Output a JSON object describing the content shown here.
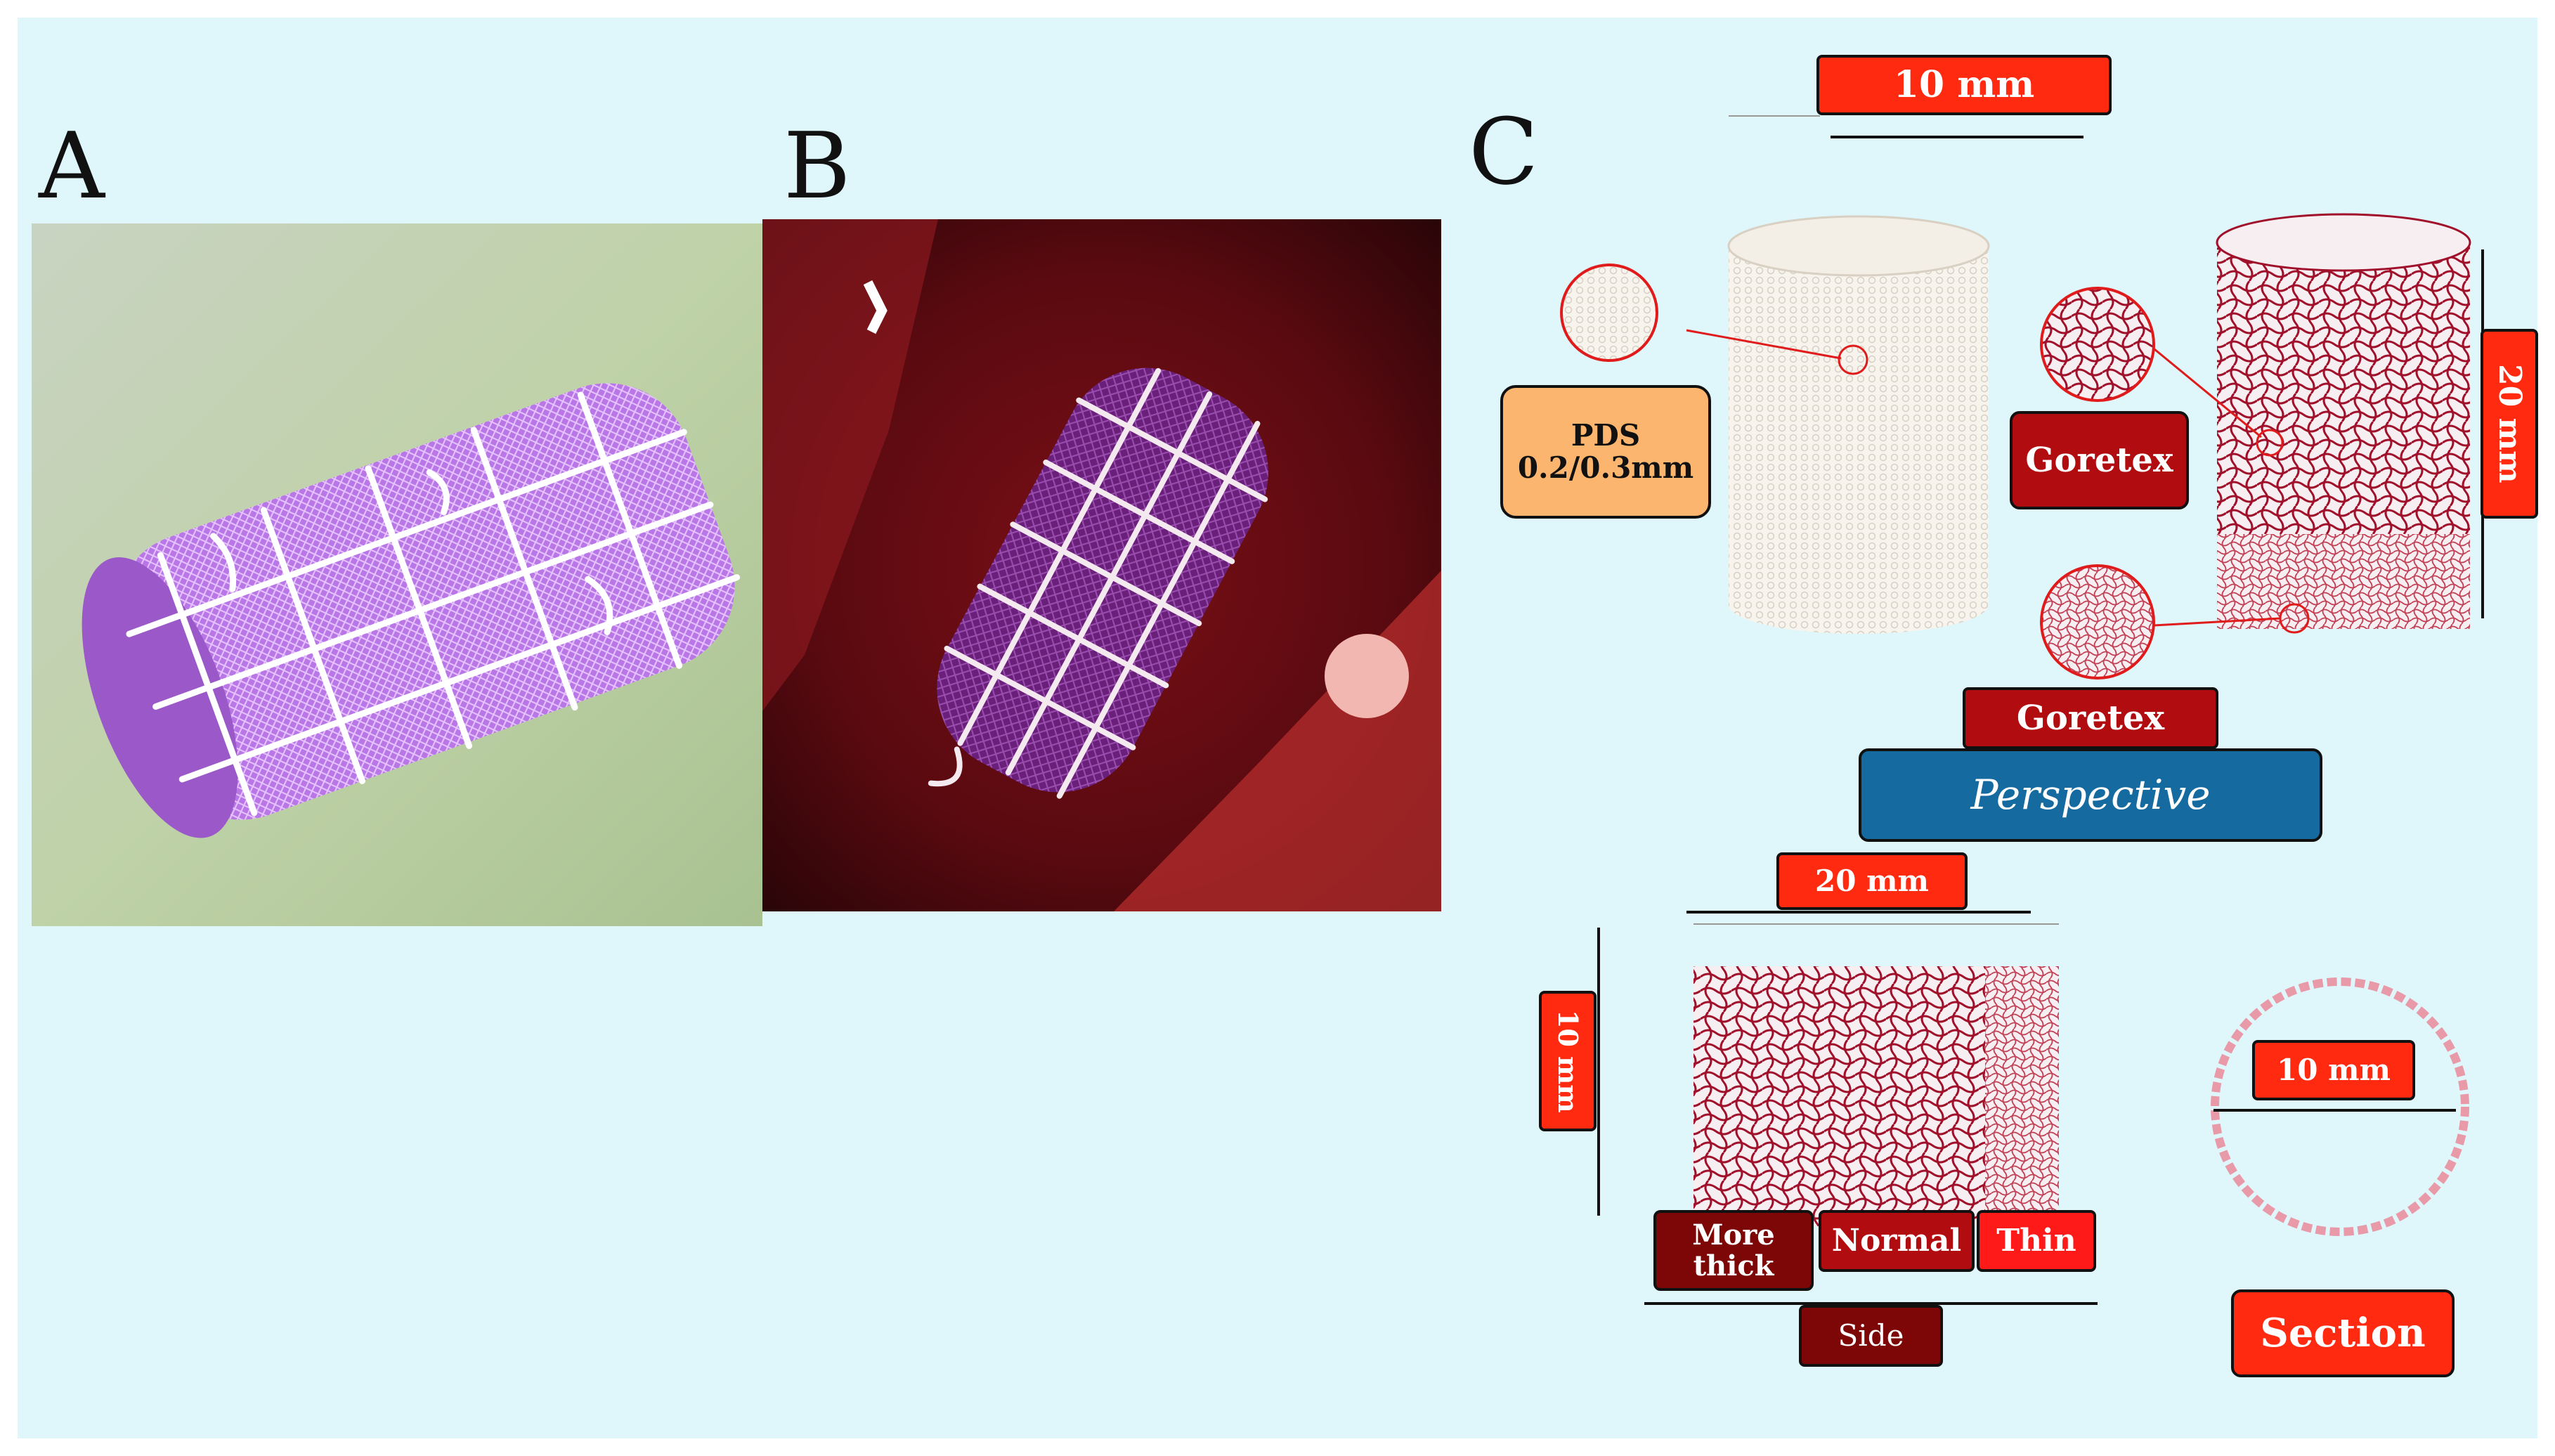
{
  "panels": {
    "a_letter": "A",
    "b_letter": "B",
    "c_letter": "C"
  },
  "perspective": {
    "top_width": "10 mm",
    "pds_line1": "PDS",
    "pds_line2": "0.2/0.3mm",
    "goretex_top": "Goretex",
    "height": "20 mm",
    "goretex_bottom": "Goretex",
    "view_label": "Perspective"
  },
  "side": {
    "width": "20 mm",
    "height": "10 mm",
    "more_thick_line1": "More",
    "more_thick_line2": "thick",
    "normal": "Normal",
    "thin": "Thin",
    "view_label": "Side"
  },
  "section": {
    "diameter": "10 mm",
    "view_label": "Section"
  },
  "colors": {
    "background": "#dff6fb",
    "label_red": "#ff2a10",
    "label_dark_red": "#b10c10",
    "label_darker_red": "#7d0707",
    "label_orange": "#fbb56e",
    "label_blue": "#156aa0",
    "mesh_purple": "#b86ee0",
    "goretex_red": "#a0102a"
  }
}
